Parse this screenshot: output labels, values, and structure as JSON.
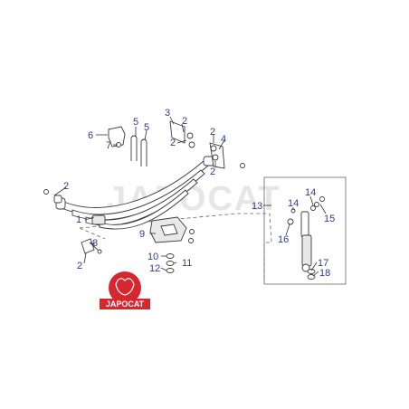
{
  "watermark": "JAPOCAT",
  "logo": {
    "text": "JAPOCAT",
    "color": "#d8262f"
  },
  "callouts": {
    "c1": "1",
    "c2a": "2",
    "c2b": "2",
    "c2c": "2",
    "c2d": "2",
    "c2e": "2",
    "c2f": "2",
    "c3": "3",
    "c4": "4",
    "c5a": "5",
    "c5b": "5",
    "c6": "6",
    "c7": "7",
    "c8": "8",
    "c9": "9",
    "c10": "10",
    "c11": "11",
    "c12": "12",
    "c13": "13",
    "c14a": "14",
    "c14b": "14",
    "c15": "15",
    "c16": "16",
    "c17": "17",
    "c18": "18"
  },
  "colors": {
    "callout": "#2f3a9e",
    "line": "#3a3a3a"
  }
}
